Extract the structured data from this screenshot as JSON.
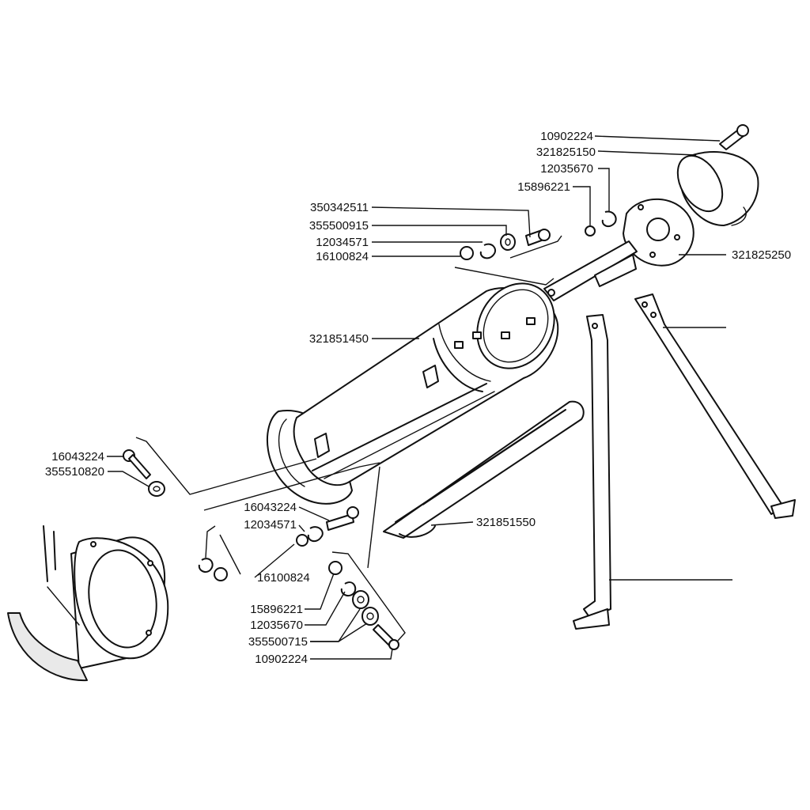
{
  "colors": {
    "ink": "#111111",
    "paper": "#ffffff"
  },
  "labels": [
    {
      "id": "l1",
      "text": "10902224"
    },
    {
      "id": "l2",
      "text": "321825150"
    },
    {
      "id": "l3",
      "text": "12035670"
    },
    {
      "id": "l4",
      "text": "15896221"
    },
    {
      "id": "l5",
      "text": "350342511"
    },
    {
      "id": "l6",
      "text": "355500915"
    },
    {
      "id": "l7",
      "text": "12034571"
    },
    {
      "id": "l8",
      "text": "16100824"
    },
    {
      "id": "l9",
      "text": "321825250"
    },
    {
      "id": "l10",
      "text": "321851450"
    },
    {
      "id": "l11",
      "text": "16043224"
    },
    {
      "id": "l12",
      "text": "355510820"
    },
    {
      "id": "l13",
      "text": "16043224"
    },
    {
      "id": "l14",
      "text": "12034571"
    },
    {
      "id": "l15",
      "text": "16100824"
    },
    {
      "id": "l16",
      "text": "321851550"
    },
    {
      "id": "l17",
      "text": "15896221"
    },
    {
      "id": "l18",
      "text": "12035670"
    },
    {
      "id": "l19",
      "text": "355500715"
    },
    {
      "id": "l20",
      "text": "10902224"
    }
  ]
}
